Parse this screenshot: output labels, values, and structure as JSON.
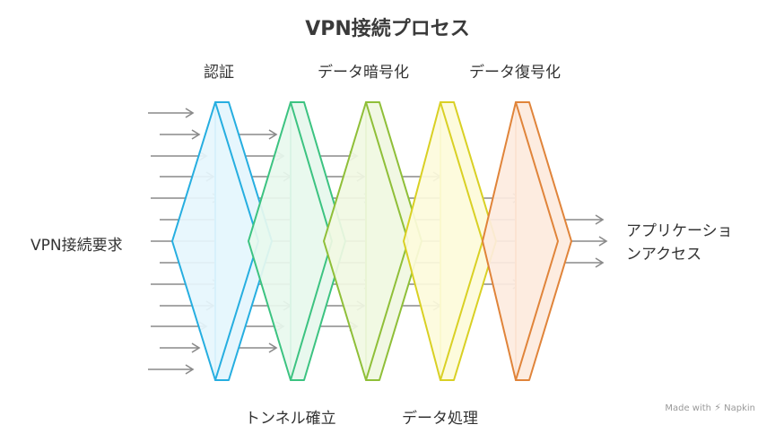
{
  "title": "VPN接続プロセス",
  "input_label": "VPN接続要求",
  "output_label": {
    "line1": "アプリケーショ",
    "line2": "ンアクセス"
  },
  "stages": [
    {
      "label": "認証",
      "label_position": "top",
      "fill": "#e6f6fd",
      "stroke": "#26aee0"
    },
    {
      "label": "トンネル確立",
      "label_position": "bottom",
      "fill": "#e8f8ee",
      "stroke": "#3cc381"
    },
    {
      "label": "データ暗号化",
      "label_position": "top",
      "fill": "#f1f8e3",
      "stroke": "#8fbf38"
    },
    {
      "label": "データ処理",
      "label_position": "bottom",
      "fill": "#fdfbdc",
      "stroke": "#d9d024"
    },
    {
      "label": "データ復号化",
      "label_position": "top",
      "fill": "#fdece0",
      "stroke": "#e0843a"
    }
  ],
  "arrow_color": "#8a8a8a",
  "watermark": {
    "prefix": "Made with",
    "icon": "napkin-bolt-icon",
    "brand": "Napkin"
  }
}
